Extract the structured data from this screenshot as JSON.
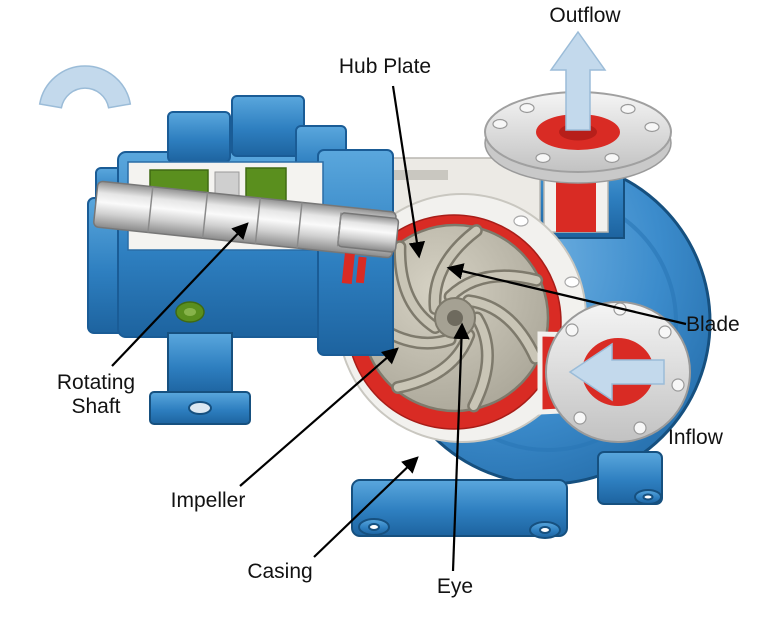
{
  "labels": {
    "outflow": "Outflow",
    "hub_plate": "Hub Plate",
    "rotating_shaft": {
      "line1": "Rotating",
      "line2": "Shaft"
    },
    "impeller": "Impeller",
    "casing": "Casing",
    "eye": "Eye",
    "blade": "Blade",
    "inflow": "Inflow"
  },
  "colors": {
    "casing_blue": "#2e7fc0",
    "casing_blue_dark": "#16507f",
    "interior_red": "#d92b24",
    "impeller_gray": "#b5b1a3",
    "flow_arrow": "#c3d9ec",
    "flow_arrow_edge": "#9bbcd8",
    "gasket_green": "#5a8f1e",
    "cut_face_white": "#f2f1ee",
    "callout_black": "#000000"
  }
}
